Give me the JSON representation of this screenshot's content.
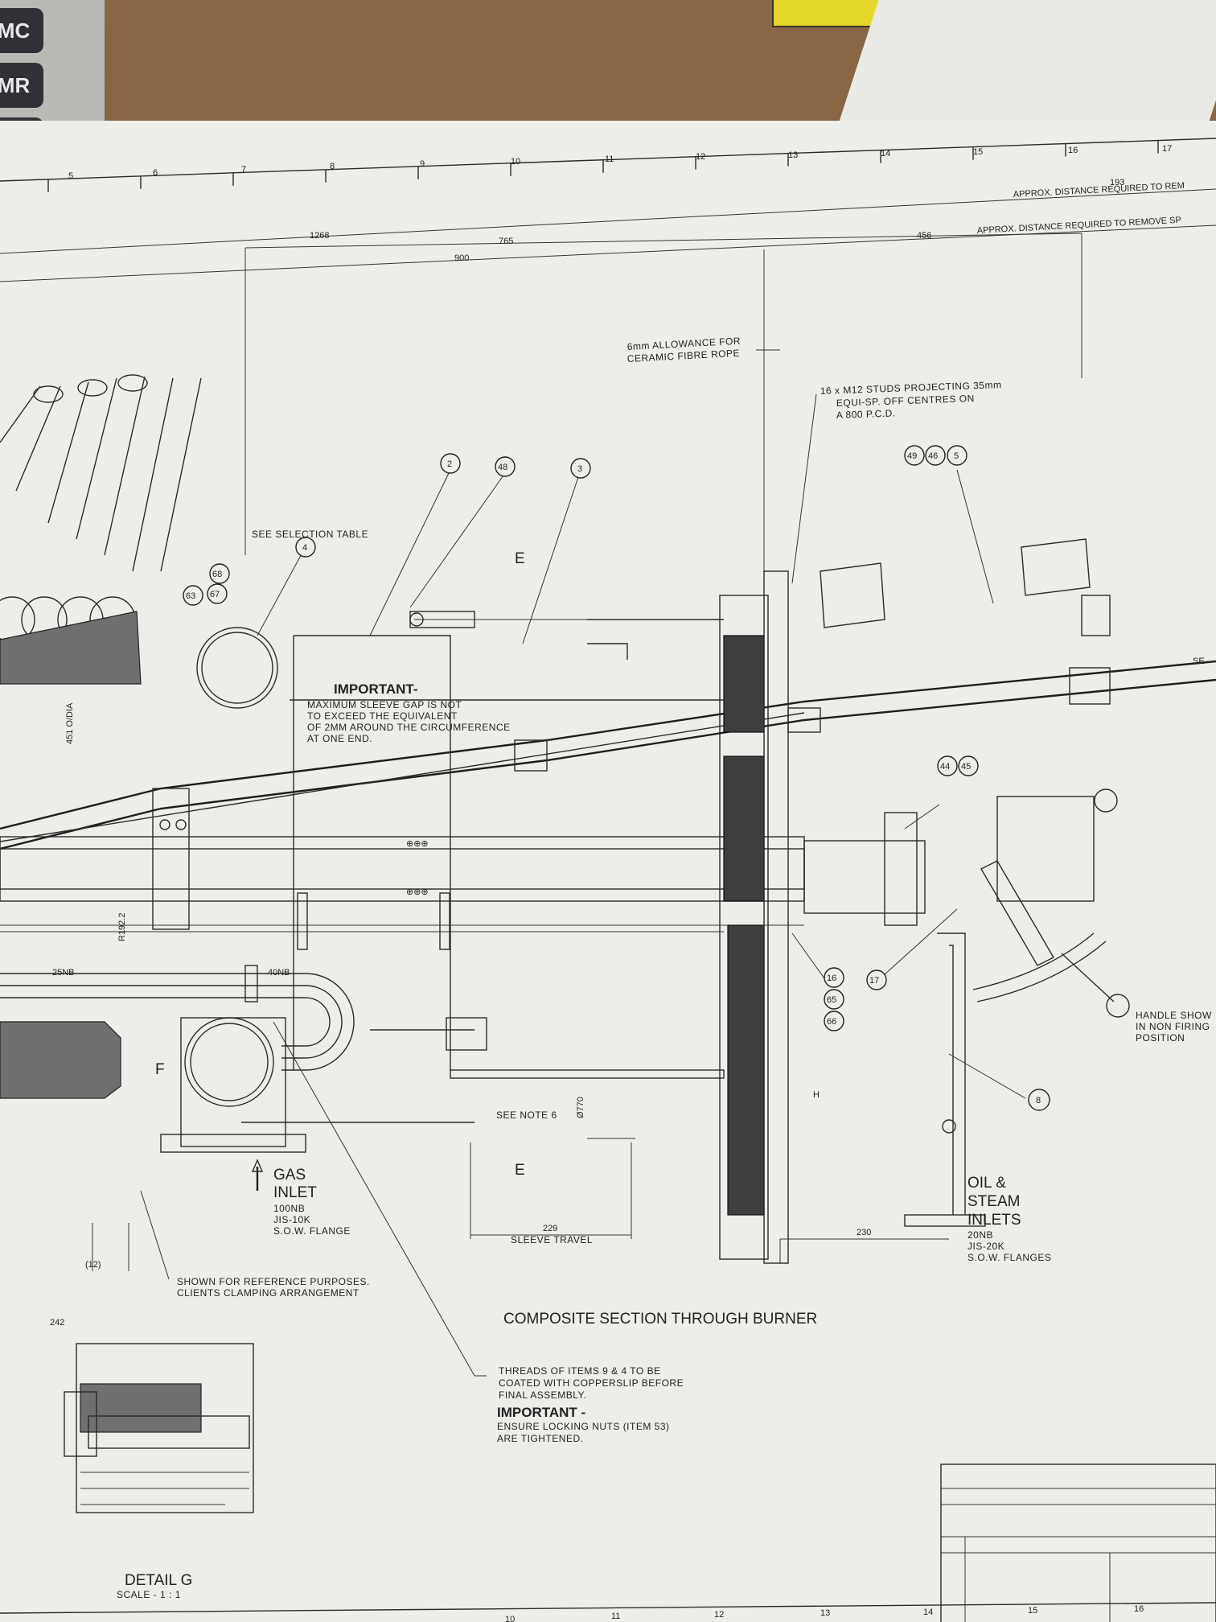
{
  "calculator": {
    "keys": [
      "MC",
      "MR"
    ]
  },
  "ruler": {
    "labels": [
      "5",
      "6",
      "7",
      "8",
      "9",
      "10",
      "11",
      "12",
      "13",
      "14",
      "15",
      "16",
      "17"
    ],
    "bottom_labels": [
      "10",
      "11",
      "12",
      "13",
      "14",
      "15",
      "16"
    ]
  },
  "dimensions": {
    "d1268": "1268",
    "d900": "900",
    "d765": "765",
    "d456": "456",
    "d193": "193",
    "approx1": "APPROX. DISTANCE REQUIRED TO REM",
    "approx2": "APPROX. DISTANCE REQUIRED TO REMOVE SP",
    "gas_od": "451 O/DIA",
    "r1922": "R192.2",
    "d229": "229",
    "d230": "230",
    "d12": "(12)",
    "d242": "242",
    "d770": "Ø770",
    "pipe_25nb": "25NB",
    "pipe_40nb": "40NB"
  },
  "notes": {
    "ceramic_rope": [
      "6mm ALLOWANCE FOR",
      "CERAMIC FIBRE ROPE"
    ],
    "studs": [
      "16 x M12 STUDS PROJECTING 35mm",
      "EQUI-SP. OFF CENTRES ON",
      "A 800 P.C.D."
    ],
    "selection_table": "SEE SELECTION TABLE",
    "important_title": "IMPORTANT-",
    "important_body": [
      "MAXIMUM SLEEVE GAP IS NOT",
      "TO EXCEED THE EQUIVALENT",
      "OF 2MM AROUND THE CIRCUMFERENCE",
      "AT ONE END."
    ],
    "see_note": "SEE NOTE 6",
    "sleeve_travel": "SLEEVE TRAVEL",
    "gas_inlet": [
      "GAS",
      "INLET"
    ],
    "gas_inlet_spec": [
      "100NB",
      "JIS-10K",
      "S.O.W. FLANGE"
    ],
    "oil_steam": [
      "OIL &",
      "STEAM",
      "INLETS"
    ],
    "oil_steam_spec": [
      "20NB",
      "JIS-20K",
      "S.O.W. FLANGES"
    ],
    "handle": [
      "HANDLE SHOW",
      "IN NON FIRING",
      "POSITION"
    ],
    "reference": [
      "SHOWN FOR REFERENCE PURPOSES.",
      "CLIENTS CLAMPING ARRANGEMENT"
    ],
    "section_title": "COMPOSITE SECTION THROUGH BURNER",
    "threads": [
      "THREADS OF ITEMS 9 & 4 TO BE",
      "COATED WITH COPPERSLIP BEFORE",
      "FINAL ASSEMBLY."
    ],
    "important2_title": "IMPORTANT -",
    "important2_body": [
      "ENSURE LOCKING NUTS (ITEM 53)",
      "ARE TIGHTENED."
    ],
    "detail_g": "DETAIL G",
    "detail_scale": "SCALE - 1 : 1",
    "section_e": "E",
    "label_f": "F",
    "label_h": "H",
    "see_right": "SE"
  },
  "balloons": {
    "b2": "2",
    "b48": "48",
    "b3": "3",
    "b4": "4",
    "b68": "68",
    "b63": "63",
    "b67": "67",
    "b49": "49",
    "b46": "46",
    "b5": "5",
    "b44": "44",
    "b45": "45",
    "b16": "16",
    "b65": "65",
    "b66": "66",
    "b17": "17",
    "b8": "8"
  }
}
